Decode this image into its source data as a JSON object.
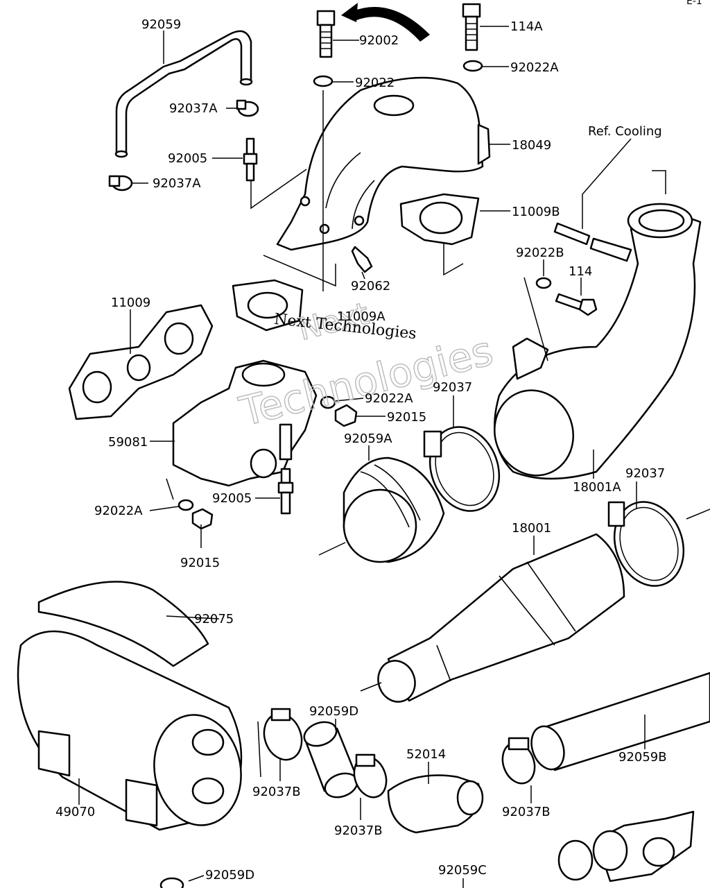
{
  "corner_text": "E-1",
  "watermark": {
    "line1": "Next Technologies",
    "outline_a": "Technologies",
    "outline_b": "Next"
  },
  "labels": {
    "p92059": "92059",
    "p92002": "92002",
    "p114A": "114A",
    "p92022A_top": "92022A",
    "p92022": "92022",
    "p92037A_1": "92037A",
    "p18049": "18049",
    "p92005_top": "92005",
    "p92037A_2": "92037A",
    "ref_cooling": "Ref. Cooling",
    "p11009B": "11009B",
    "p92022B": "92022B",
    "p114": "114",
    "p92062": "92062",
    "p11009A": "11009A",
    "p11009": "11009",
    "p92022A_mid": "92022A",
    "p92015_mid": "92015",
    "p92037_mid": "92037",
    "p59081": "59081",
    "p92059A": "92059A",
    "p18001A": "18001A",
    "p92037_right": "92037",
    "p92022A_low": "92022A",
    "p92005_low": "92005",
    "p92015_low": "92015",
    "p18001": "18001",
    "p92075": "92075",
    "p92059D": "92059D",
    "p52014": "52014",
    "p92059B": "92059B",
    "p92037B_1": "92037B",
    "p49070": "49070",
    "p92037B_2": "92037B",
    "p92037B_3": "92037B",
    "p92059D_bottom": "92059D",
    "p92059C": "92059C"
  }
}
